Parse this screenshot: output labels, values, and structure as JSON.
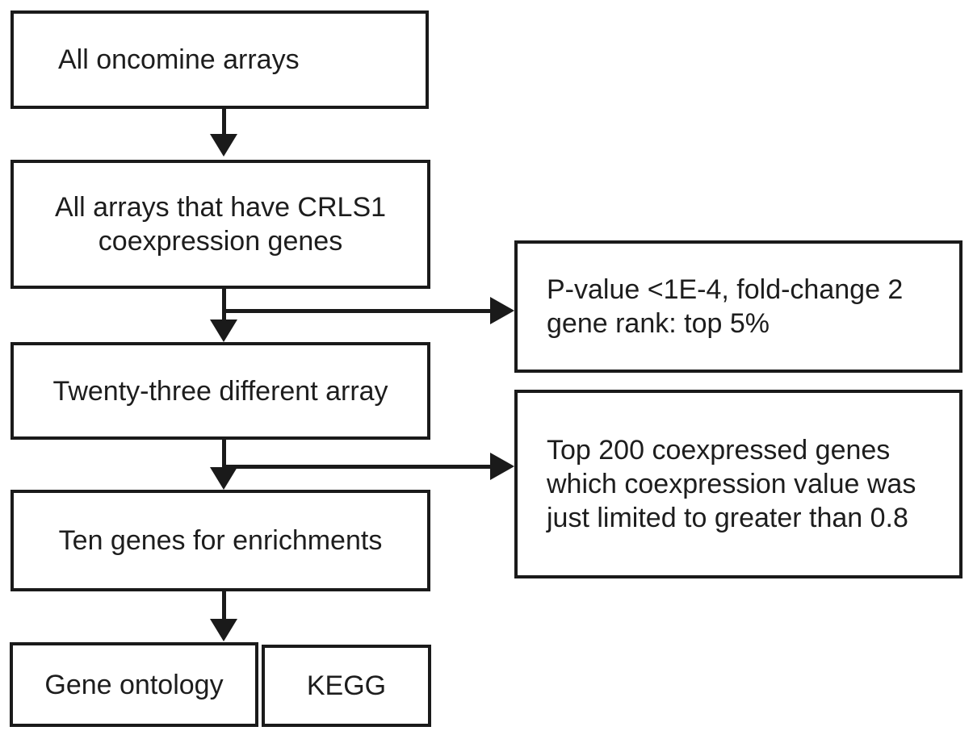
{
  "diagram": {
    "type": "flowchart",
    "colors": {
      "line": "#1a1a1a",
      "text": "#1d1d1d",
      "background": "#ffffff"
    },
    "nodes": {
      "oncomine": {
        "lines": [
          "All oncomine arrays"
        ]
      },
      "crls1": {
        "lines": [
          "All arrays that have CRLS1",
          "coexpression genes"
        ]
      },
      "twentythree": {
        "lines": [
          "Twenty-three different array"
        ]
      },
      "tengenes": {
        "lines": [
          "Ten genes for enrichments"
        ]
      },
      "geneontology": {
        "lines": [
          "Gene ontology"
        ]
      },
      "kegg": {
        "lines": [
          "KEGG"
        ]
      },
      "filter_pvalue": {
        "lines": [
          "P-value <1E-4, fold-change 2",
          "gene rank: top 5%"
        ]
      },
      "filter_top200": {
        "lines": [
          "Top 200 coexpressed genes",
          "which coexpression value was",
          "just limited to greater than 0.8"
        ]
      }
    },
    "edges": [
      {
        "from": "oncomine",
        "to": "crls1"
      },
      {
        "from": "crls1",
        "to": "twentythree"
      },
      {
        "from": "crls1",
        "to": "filter_pvalue"
      },
      {
        "from": "twentythree",
        "to": "tengenes"
      },
      {
        "from": "twentythree",
        "to": "filter_top200"
      },
      {
        "from": "tengenes",
        "to": "geneontology"
      }
    ]
  }
}
